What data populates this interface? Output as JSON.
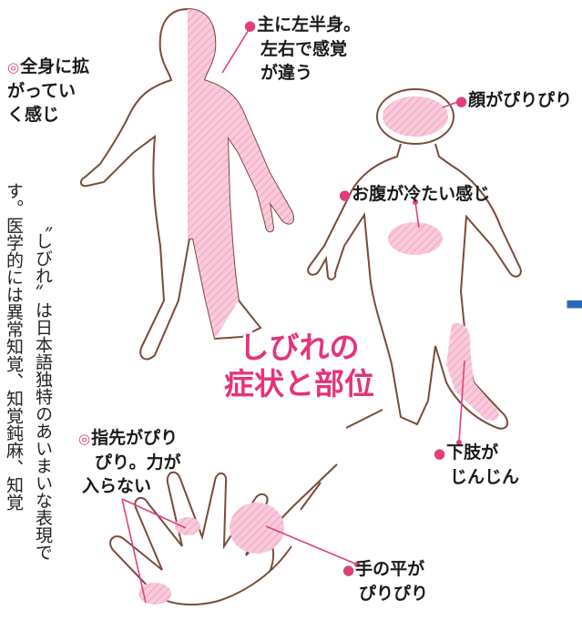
{
  "title": {
    "line1": "しびれの",
    "line2": "症状と部位"
  },
  "labels": {
    "whole_body": [
      "全身に拡",
      "がってい",
      "く感じ"
    ],
    "left_half": [
      "主に左半身。",
      "左右で感覚",
      "が違う"
    ],
    "face": "顔がぴりぴり",
    "belly": "お腹が冷たい感じ",
    "legs": [
      "下肢が",
      "じんじん"
    ],
    "fingertips": [
      "指先がぴり",
      "ぴり。力が",
      "入らない"
    ],
    "palm": [
      "手の平が",
      "ぴりぴり"
    ]
  },
  "article": {
    "col1": "〝しびれ〟は日本語独特のあいまいな表現で",
    "col2": "す。医学的には異常知覚、知覚鈍麻、知覚"
  },
  "colors": {
    "accent": "#e0407a",
    "body_fill": "#f7bfd3",
    "outline": "#7a4b3a",
    "sidebar": "#2b68b5"
  }
}
